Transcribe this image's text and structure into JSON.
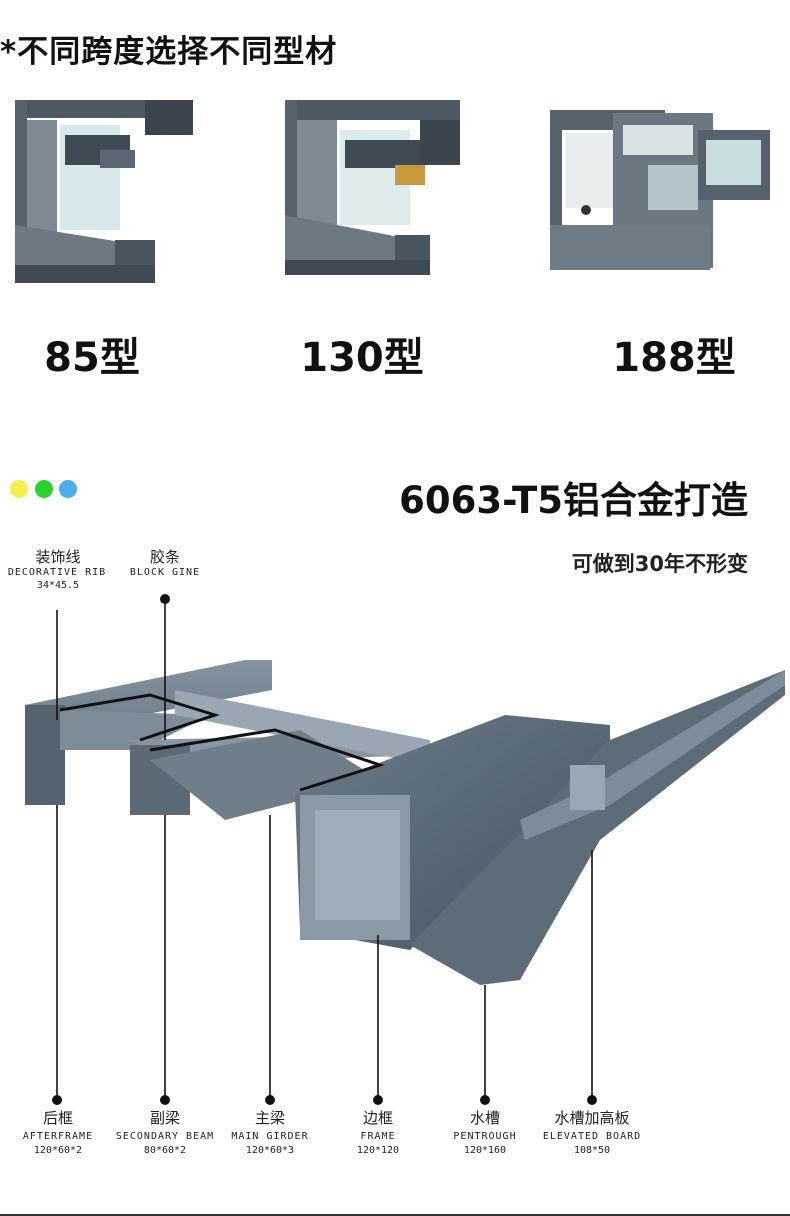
{
  "heading": "*不同跨度选择不同型材",
  "types": [
    {
      "label": "85型"
    },
    {
      "label": "130型"
    },
    {
      "label": "188型"
    }
  ],
  "dots": [
    "#f5ef4a",
    "#2ad12a",
    "#4aaeea"
  ],
  "material": {
    "title": "6063-T5铝合金打造",
    "subtitle": "可做到30年不形变"
  },
  "top_callouts": [
    {
      "zh": "装饰线",
      "en": "DECORATIVE RIB",
      "dim": "34*45.5"
    },
    {
      "zh": "胶条",
      "en": "BLOCK GINE",
      "dim": ""
    }
  ],
  "bottom_callouts": [
    {
      "zh": "后框",
      "en": "AFTERFRAME",
      "dim": "120*60*2"
    },
    {
      "zh": "副梁",
      "en": "SECONDARY BEAM",
      "dim": "80*60*2"
    },
    {
      "zh": "主梁",
      "en": "MAIN GIRDER",
      "dim": "120*60*3"
    },
    {
      "zh": "边框",
      "en": "FRAME",
      "dim": "120*120"
    },
    {
      "zh": "水槽",
      "en": "PENTROUGH",
      "dim": "120*160"
    },
    {
      "zh": "水槽加高板",
      "en": "ELEVATED BOARD",
      "dim": "108*50"
    }
  ]
}
